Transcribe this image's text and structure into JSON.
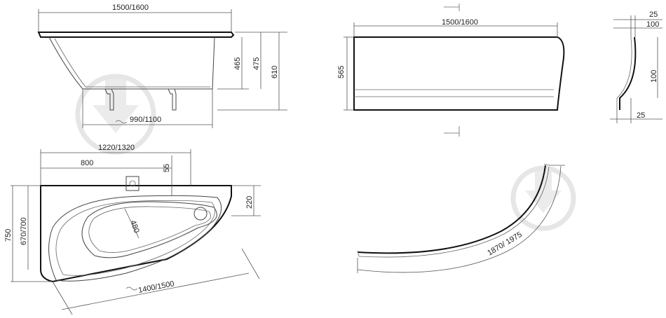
{
  "dimensions": {
    "side_length": "1500/1600",
    "side_depth_inner": "465",
    "side_depth_475": "475",
    "side_height": "610",
    "leg_span": "990/1100",
    "panel_length": "1500/1600",
    "panel_height": "565",
    "profile_top_25": "25",
    "profile_top_100": "100",
    "profile_side_100": "100",
    "profile_bottom_25": "25",
    "plan_total_length": "1220/1320",
    "plan_800": "800",
    "plan_55": "55",
    "plan_220": "220",
    "plan_480": "480",
    "plan_750": "750",
    "plan_width_inner": "670/700",
    "plan_diag_length": "1400/1500",
    "arc_length": "1870/ 1975"
  },
  "watermark": {
    "icon": "download-badge-icon"
  },
  "colors": {
    "line": "#444444",
    "watermark": "#e6e6e6"
  }
}
